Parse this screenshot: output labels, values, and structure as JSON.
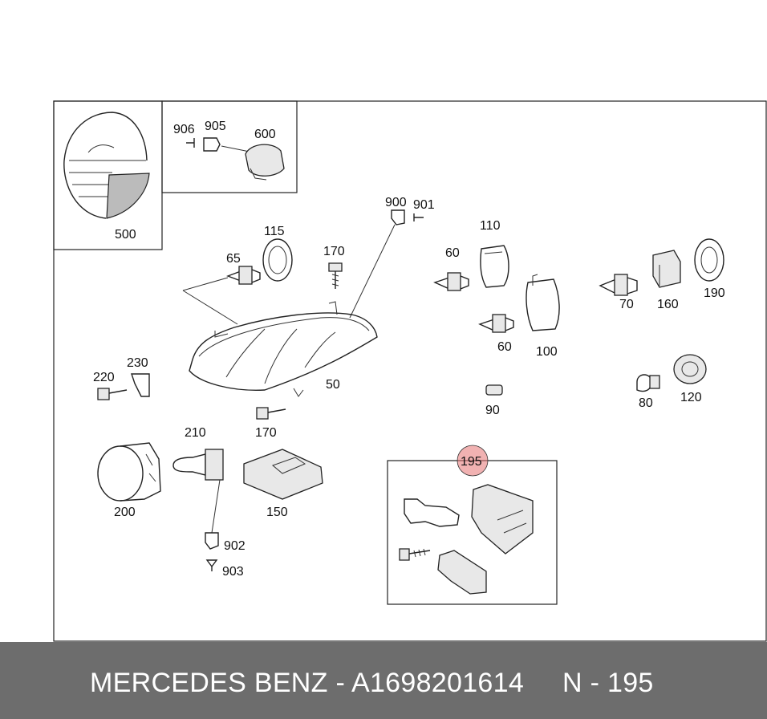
{
  "labels": {
    "p906": "906",
    "p905": "905",
    "p600": "600",
    "p500": "500",
    "p900": "900",
    "p901": "901",
    "p115": "115",
    "p65": "65",
    "p170a": "170",
    "p110": "110",
    "p60a": "60",
    "p60b": "60",
    "p100": "100",
    "p70": "70",
    "p160": "160",
    "p190": "190",
    "p230": "230",
    "p220": "220",
    "p50": "50",
    "p170b": "170",
    "p90": "90",
    "p80": "80",
    "p120": "120",
    "p210": "210",
    "p200": "200",
    "p150": "150",
    "p902": "902",
    "p903": "903",
    "p195": "195"
  },
  "highlight": {
    "part": "195",
    "color": "#e57373"
  },
  "footer": {
    "brand": "MERCEDES BENZ",
    "separator": " - ",
    "part_number": "A1698201614",
    "position": "N - 195"
  },
  "colors": {
    "footer_bg": "#6d6d6d",
    "footer_text": "#ffffff"
  }
}
